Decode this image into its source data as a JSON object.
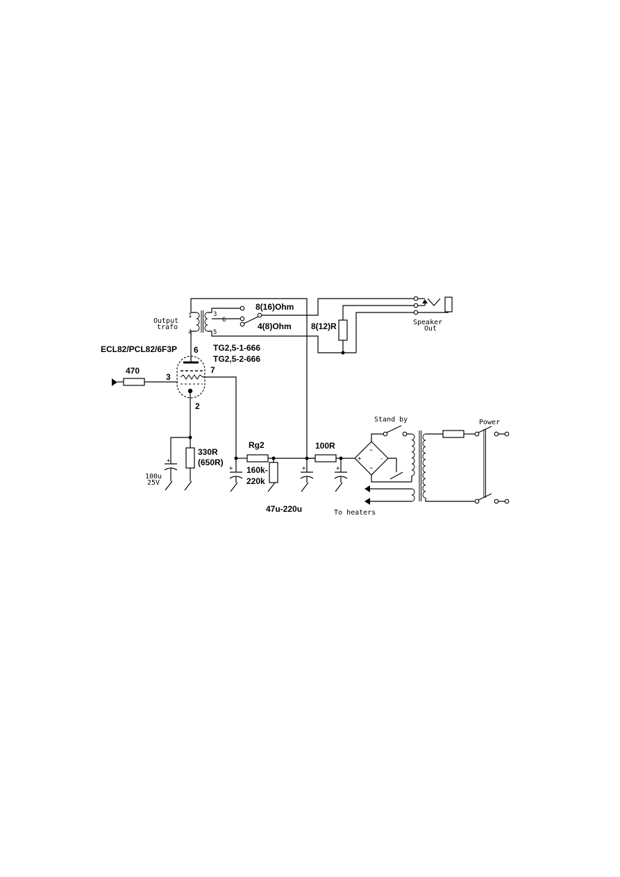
{
  "tube": {
    "type": "ECL82/PCL82/6F3P",
    "pin_anode": "6",
    "pin_grid1": "3",
    "pin_grid2": "7",
    "pin_cathode": "2"
  },
  "output_transformer": {
    "label_line1": "Output",
    "label_line2": "trafo",
    "part_line1": "TG2,5-1-666",
    "part_line2": "TG2,5-2-666",
    "pin1": "1",
    "pin3": "3",
    "pin4": "4",
    "pin5": "5",
    "pin6": "6",
    "tap_high": "8(16)Ohm",
    "tap_low": "4(8)Ohm"
  },
  "speaker": {
    "load_resistor": "8(12)R",
    "label_line1": "Speaker",
    "label_line2": "Out"
  },
  "components": {
    "grid_resistor": "470",
    "cathode_resistor_line1": "330R",
    "cathode_resistor_line2": "(650R)",
    "cathode_cap_line1": "100u",
    "cathode_cap_line2": "25V",
    "rg2_label": "Rg2",
    "rg2_value_line1": "160k-",
    "rg2_value_line2": "220k",
    "filter_resistor": "100R",
    "filter_caps": "47u-220u",
    "cap_plus": "+"
  },
  "power_supply": {
    "standby_label": "Stand by",
    "power_label": "Power",
    "heaters_label": "To heaters",
    "bridge_plus": "+",
    "bridge_minus": "-",
    "bridge_ac": "~"
  }
}
